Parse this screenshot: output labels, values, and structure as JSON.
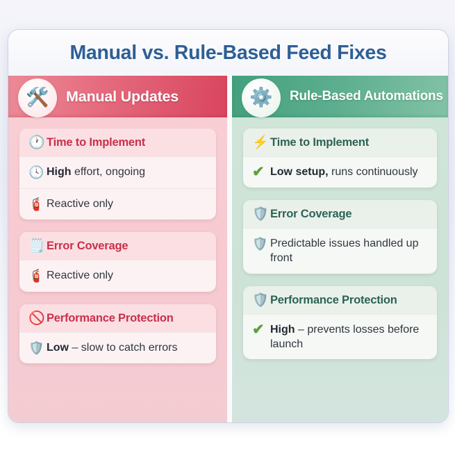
{
  "page": {
    "title": "Manual vs. Rule-Based Feed Fixes",
    "title_color": "#2d5f95",
    "background": "#f4f4fa"
  },
  "columns": [
    {
      "id": "manual",
      "header": {
        "label": "Manual Updates",
        "icon": "hammer-and-wrench-icon",
        "icon_glyph": "🛠️",
        "band_color_start": "#ec8a97",
        "band_color_end": "#d9455e"
      },
      "column_background": "#f8ccd2",
      "accent_color": "#c9304a",
      "sections": [
        {
          "id": "time-to-implement",
          "heading": "Time to Implement",
          "heading_icon": "clock-icon",
          "heading_icon_glyph": "🕐",
          "rows": [
            {
              "icon": "clock-icon",
              "icon_glyph": "🕓",
              "bold": "High",
              "rest": " effort, ongoing"
            },
            {
              "icon": "fire-extinguisher-icon",
              "icon_glyph": "🧯",
              "bold": "",
              "rest": "Reactive only"
            }
          ]
        },
        {
          "id": "error-coverage",
          "heading": "Error Coverage",
          "heading_icon": "clipboard-icon",
          "heading_icon_glyph": "🗒️",
          "rows": [
            {
              "icon": "fire-extinguisher-icon",
              "icon_glyph": "🧯",
              "bold": "",
              "rest": "Reactive only"
            }
          ]
        },
        {
          "id": "performance-protection",
          "heading": "Performance Protection",
          "heading_icon": "prohibited-icon",
          "heading_icon_glyph": "🚫",
          "rows": [
            {
              "icon": "shield-icon",
              "icon_glyph": "🛡️",
              "bold": "Low",
              "rest": " – slow to catch errors"
            }
          ]
        }
      ]
    },
    {
      "id": "rule-based",
      "header": {
        "label": "Rule-Based Automations",
        "icon": "gears-icon",
        "icon_glyph": "⚙️",
        "band_color_start": "#43a07d",
        "band_color_end": "#83c2a6"
      },
      "column_background": "#cfe5d8",
      "accent_color": "#2c6356",
      "sections": [
        {
          "id": "time-to-implement",
          "heading": "Time to Implement",
          "heading_icon": "lightning-bolt-icon",
          "heading_icon_glyph": "⚡",
          "rows": [
            {
              "icon": "green-check-icon",
              "icon_glyph": "✔",
              "bold": "Low setup,",
              "rest": " runs continuously"
            }
          ]
        },
        {
          "id": "error-coverage",
          "heading": "Error Coverage",
          "heading_icon": "shield-check-icon",
          "heading_icon_glyph": "🛡️",
          "rows": [
            {
              "icon": "shield-icon",
              "icon_glyph": "🛡️",
              "bold": "",
              "rest": "Predictable issues handled up front"
            }
          ]
        },
        {
          "id": "performance-protection",
          "heading": "Performance Protection",
          "heading_icon": "shield-check-icon",
          "heading_icon_glyph": "🛡️",
          "rows": [
            {
              "icon": "green-check-icon",
              "icon_glyph": "✔",
              "bold": "High",
              "rest": " – prevents losses before launch"
            }
          ]
        }
      ]
    }
  ]
}
